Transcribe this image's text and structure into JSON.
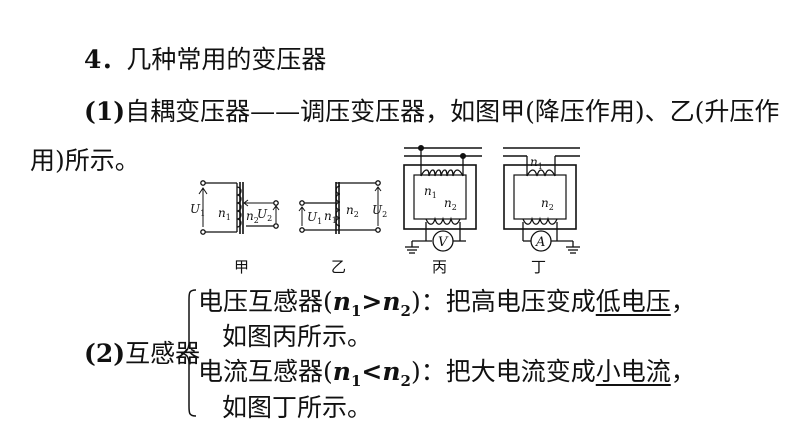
{
  "heading": {
    "num": "4．",
    "text": "几种常用的变压器"
  },
  "autotransformer": {
    "label": "(1)",
    "line1": "自耦变压器——调压变压器，如图甲(降压作用)、乙(升压作",
    "line2": "用)所示。"
  },
  "figure": {
    "captions": [
      "甲",
      "乙",
      "丙",
      "丁"
    ],
    "symbols": {
      "U1": "U",
      "U1_sub": "1",
      "U2": "U",
      "U2_sub": "2",
      "n1": "n",
      "n1_sub": "1",
      "n2": "n",
      "n2_sub": "2",
      "voltmeter": "V",
      "ammeter": "A"
    }
  },
  "mutual": {
    "label": "(2)",
    "label_text": "互感器",
    "voltage": {
      "title": "电压互感器(",
      "n1": "n",
      "n1_sub": "1",
      "op": ">",
      "n2": "n",
      "n2_sub": "2",
      "close": ")",
      "desc_pre": "：把高电压变成",
      "desc_under": "低电压",
      "desc_post": "，",
      "line2": "如图丙所示。"
    },
    "current": {
      "title": "电流互感器(",
      "n1": "n",
      "n1_sub": "1",
      "op": "<",
      "n2": "n",
      "n2_sub": "2",
      "close": ")",
      "desc_pre": "：把大电流变成",
      "desc_under": "小电流",
      "desc_post": "，",
      "line2": "如图丁所示。"
    }
  }
}
